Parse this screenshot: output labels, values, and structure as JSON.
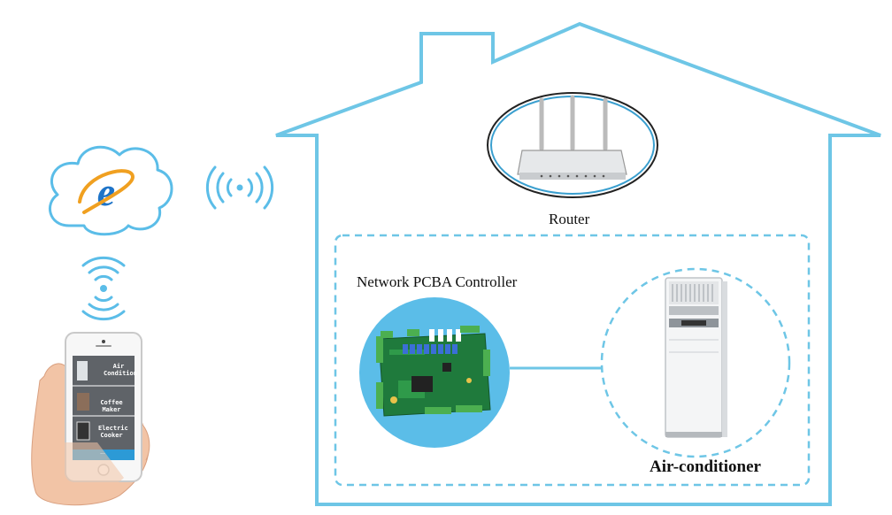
{
  "labels": {
    "router": "Router",
    "controller": "Network PCBA Controller",
    "air_conditioner": "Air-conditioner"
  },
  "phone": {
    "items": [
      {
        "label": "Air Condition",
        "icon": "air-conditioner-icon"
      },
      {
        "label": "Coffee Maker",
        "icon": "coffee-maker-icon"
      },
      {
        "label": "Electric Cooker",
        "icon": "electric-cooker-icon"
      }
    ],
    "footer": "···"
  },
  "colors": {
    "house_outline": "#6ec6e6",
    "controller_circle": "#5bbde8",
    "signal": "#5bbde8",
    "phone_screen": "#5f6368"
  }
}
